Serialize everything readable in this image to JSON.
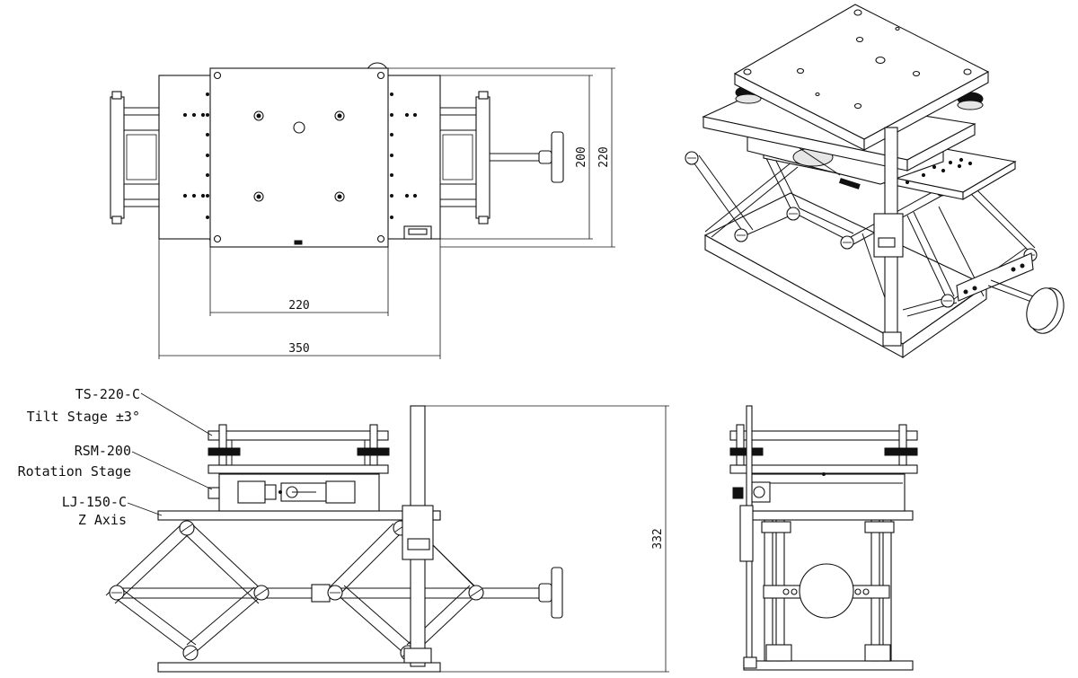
{
  "top_view": {
    "dim_platform_width": "220",
    "dim_base_width": "350",
    "dim_platform_depth": "200",
    "dim_overall_depth": "220"
  },
  "front_view": {
    "callouts": [
      {
        "model": "TS-220-C",
        "description": "Tilt Stage ±3°"
      },
      {
        "model": "RSM-200",
        "description": "Rotation Stage"
      },
      {
        "model": "LJ-150-C",
        "description": "Z Axis"
      }
    ],
    "dim_overall_height": "332"
  }
}
